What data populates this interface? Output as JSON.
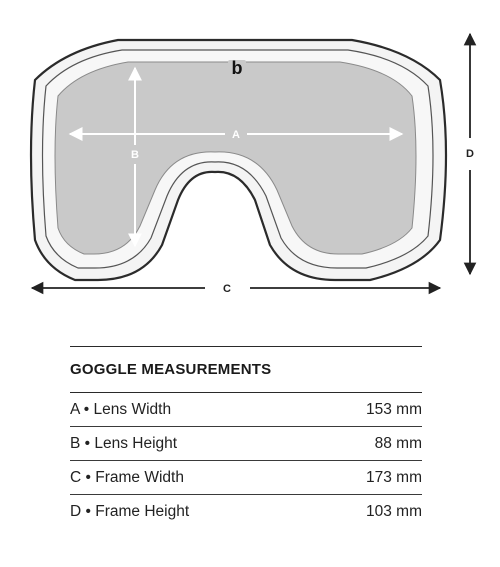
{
  "diagram": {
    "logo_glyph": "b",
    "labels": {
      "lens_width": "A",
      "lens_height": "B",
      "frame_width": "C",
      "frame_height": "D"
    }
  },
  "table": {
    "title": "GOGGLE MEASUREMENTS",
    "rows": [
      {
        "label": "A • Lens Width",
        "value": "153 mm"
      },
      {
        "label": "B • Lens Height",
        "value": "88 mm"
      },
      {
        "label": "C • Frame Width",
        "value": "173 mm"
      },
      {
        "label": "D • Frame Height",
        "value": "103 mm"
      }
    ]
  }
}
